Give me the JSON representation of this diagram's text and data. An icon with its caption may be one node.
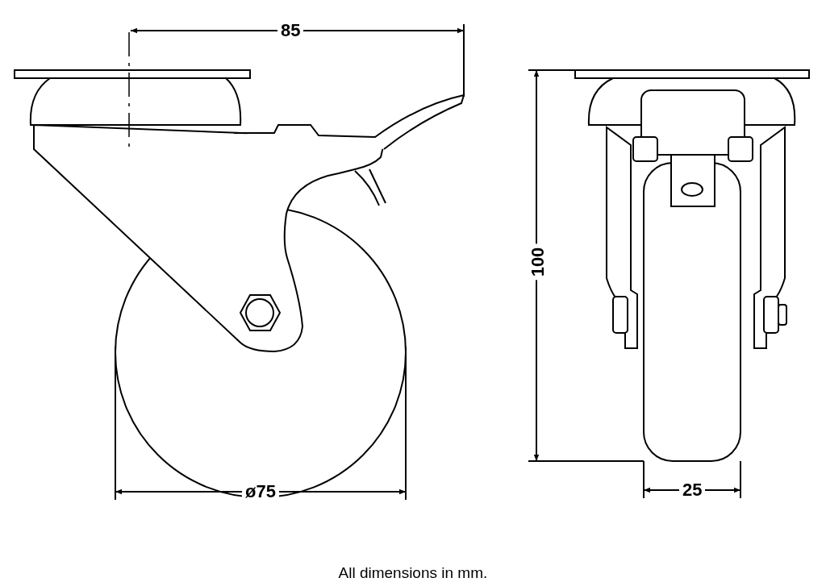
{
  "diagram": {
    "caption": "All dimensions in mm.",
    "labels": [
      "85",
      "100",
      "ø75",
      "25"
    ]
  }
}
